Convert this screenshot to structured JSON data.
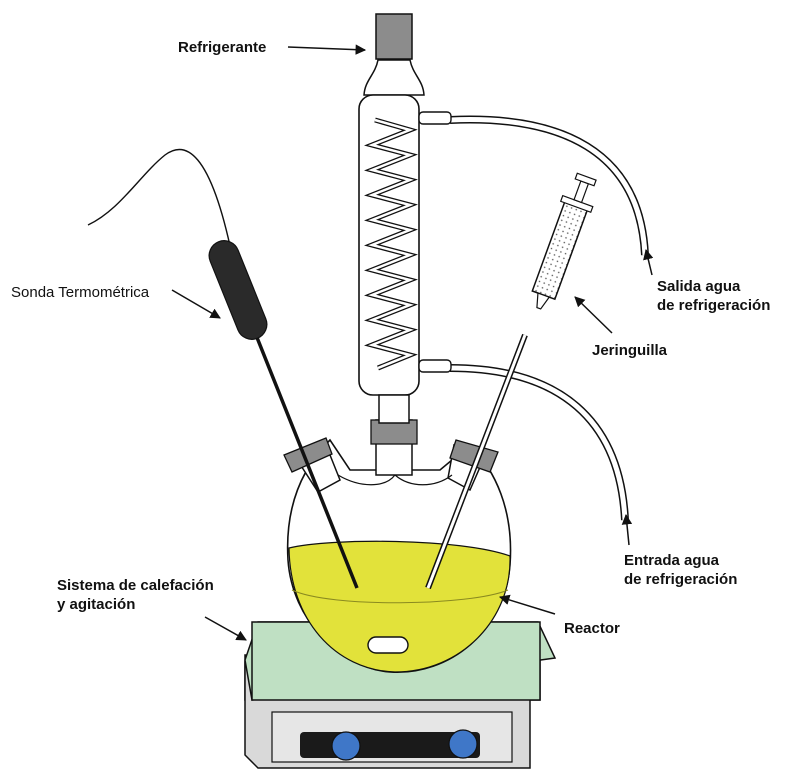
{
  "labels": {
    "condenser": "Refrigerante",
    "probe": "Sonda Termométrica",
    "syringe": "Jeringuilla",
    "water_out_line1": "Salida agua",
    "water_out_line2": "de refrigeración",
    "water_in_line1": "Entrada agua",
    "water_in_line2": "de refrigeración",
    "heater_line1": "Sistema de calefación",
    "heater_line2": "y agitación",
    "reactor": "Reactor"
  },
  "colors": {
    "liquid": "#e2e23a",
    "hotplate_top": "#bfe0c3",
    "knob": "#3f77c8",
    "stopper": "#8c8c8c",
    "probe_body": "#2a2a2a"
  }
}
